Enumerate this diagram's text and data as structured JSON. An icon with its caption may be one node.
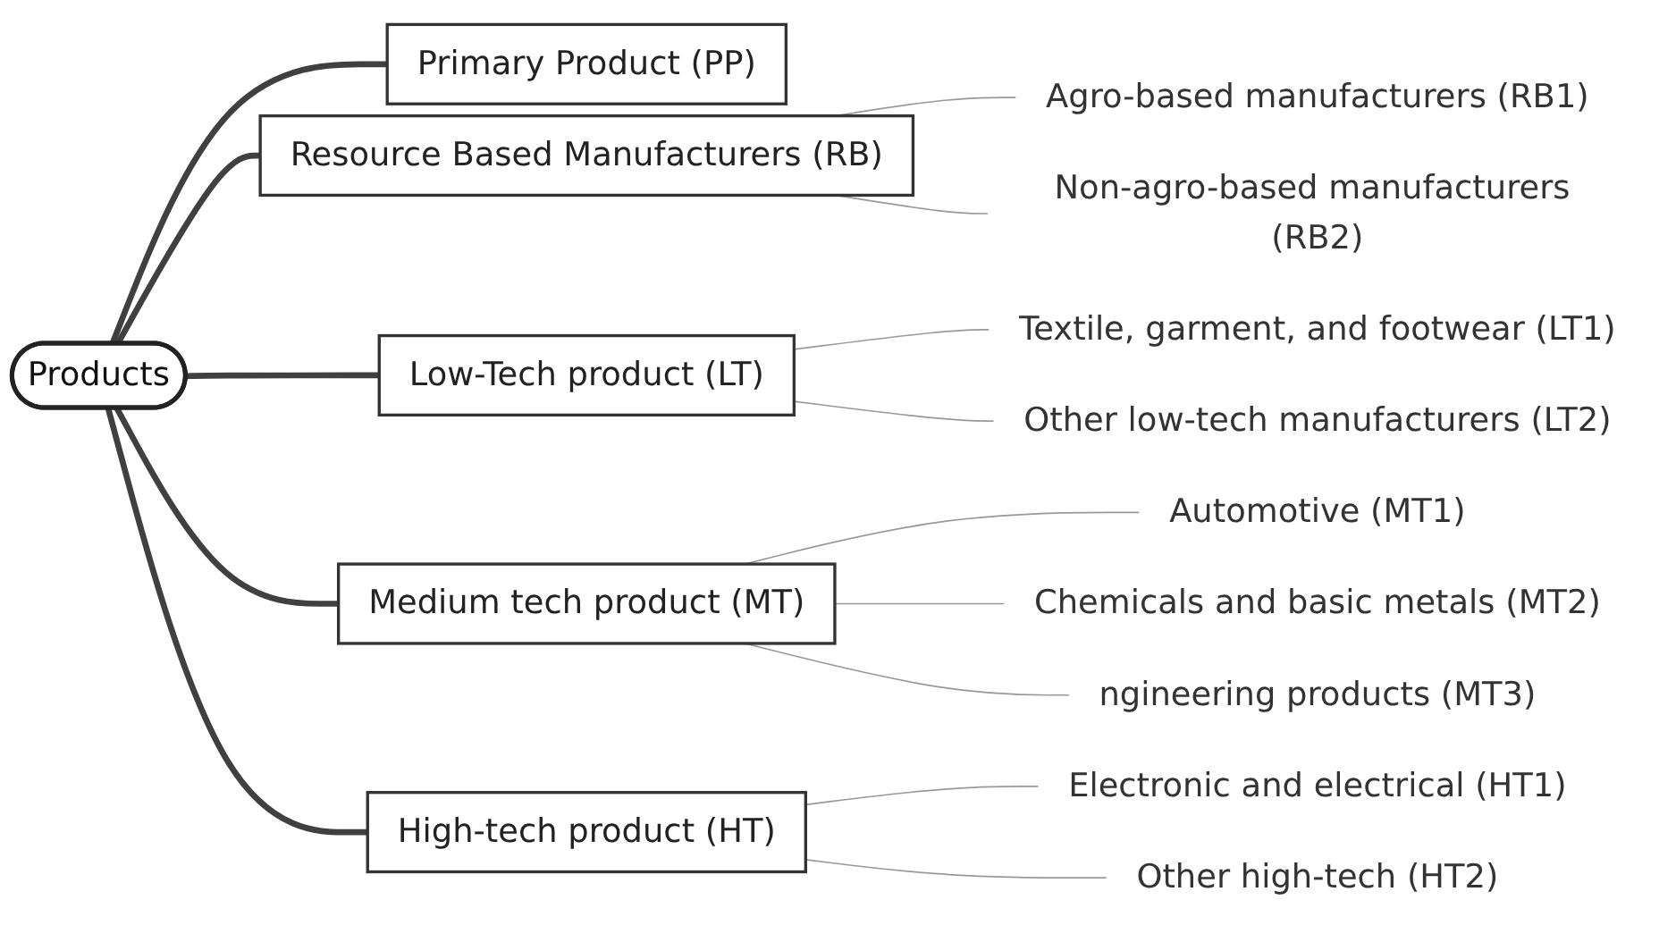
{
  "diagram": {
    "nodes": [
      {
        "text": [
          "Products"
        ]
      },
      {
        "text": [
          "Primary Product (PP)"
        ]
      },
      {
        "text": [
          "Resource Based Manufacturers (RB)"
        ]
      },
      {
        "text": [
          "Agro-based manufacturers (RB1)"
        ]
      },
      {
        "text": [
          "Non-agro-based manufacturers (RB2)"
        ]
      },
      {
        "text": [
          "Low-Tech product (LT)"
        ]
      },
      {
        "text": [
          "Textile, garment, and footwear (LT1)"
        ]
      },
      {
        "text": [
          "Other low-tech manufacturers (LT2)"
        ]
      },
      {
        "text": [
          "Medium tech product (MT)"
        ]
      },
      {
        "text": [
          "Automotive (MT1)"
        ]
      },
      {
        "text": [
          "Chemicals and basic metals (MT2)"
        ]
      },
      {
        "text": [
          "ngineering products (MT3)"
        ]
      },
      {
        "text": [
          "High-tech product (HT)"
        ]
      },
      {
        "text": [
          "Electronic and electrical (HT1)"
        ]
      },
      {
        "text": [
          "Other high-tech (HT2)"
        ]
      }
    ],
    "edges": [
      {
        "from": 0,
        "to": 1,
        "arrow": "none",
        "style": "thick",
        "color": "#404040"
      },
      {
        "from": 0,
        "to": 2,
        "arrow": "none",
        "style": "thick",
        "color": "#404040"
      },
      {
        "from": 2,
        "to": 3,
        "arrow": "none"
      },
      {
        "from": 2,
        "to": 4,
        "arrow": "none"
      },
      {
        "from": 0,
        "to": 5,
        "arrow": "none",
        "style": "thick",
        "color": "#404040"
      },
      {
        "from": 5,
        "to": 6,
        "arrow": "none"
      },
      {
        "from": 5,
        "to": 7,
        "arrow": "none"
      },
      {
        "from": 0,
        "to": 8,
        "arrow": "none",
        "style": "thick",
        "color": "#404040"
      },
      {
        "from": 8,
        "to": 9,
        "arrow": "none"
      },
      {
        "from": 8,
        "to": 10,
        "arrow": "none"
      },
      {
        "from": 8,
        "to": 11,
        "arrow": "none"
      },
      {
        "from": 0,
        "to": 12,
        "arrow": "none",
        "style": "thick",
        "color": "#404040"
      },
      {
        "from": 12,
        "to": 13,
        "arrow": "none"
      },
      {
        "from": 12,
        "to": 14,
        "arrow": "none"
      }
    ]
  }
}
